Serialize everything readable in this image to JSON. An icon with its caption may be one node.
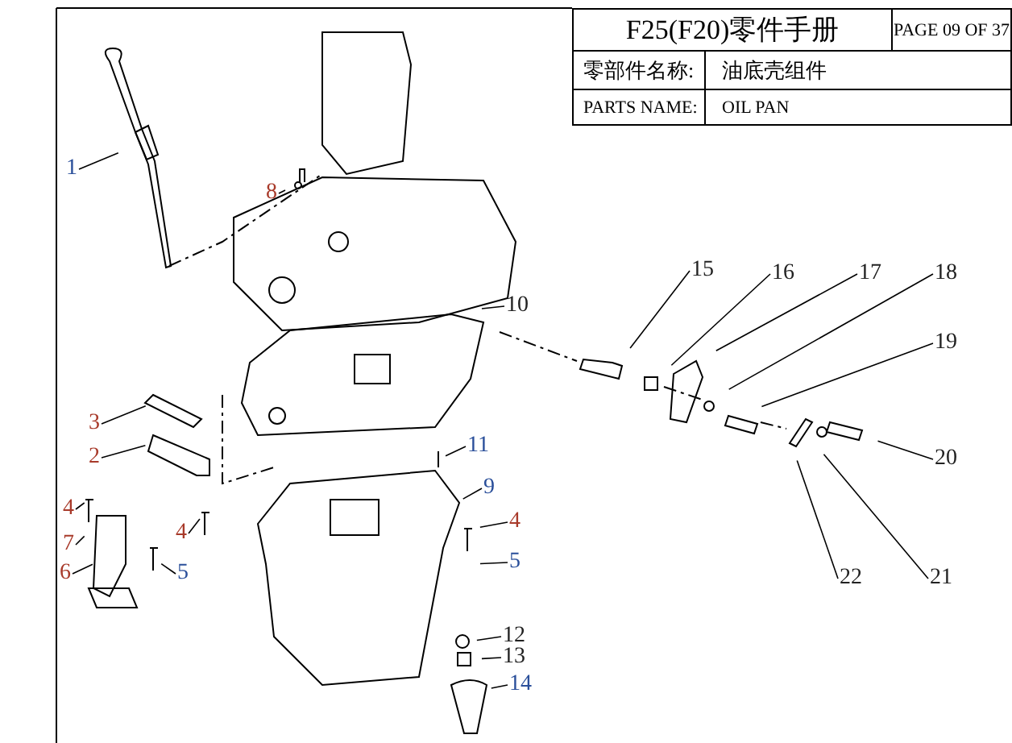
{
  "diagram": {
    "title": "F25(F20)零件手册",
    "nodes": [
      {
        "text": [
          "1"
        ]
      },
      {
        "text": [
          "8"
        ]
      },
      {
        "text": [
          "15"
        ]
      },
      {
        "text": [
          "16"
        ]
      },
      {
        "text": [
          "17"
        ]
      },
      {
        "text": [
          "18"
        ]
      },
      {
        "text": [
          "10"
        ]
      },
      {
        "text": [
          "19"
        ]
      },
      {
        "text": [
          "3"
        ]
      },
      {
        "text": [
          "11"
        ]
      },
      {
        "text": [
          "2"
        ]
      },
      {
        "text": [
          "20"
        ]
      },
      {
        "text": [
          "9"
        ]
      },
      {
        "text": [
          "4"
        ]
      },
      {
        "text": [
          "4"
        ]
      },
      {
        "text": [
          "4"
        ]
      },
      {
        "text": [
          "7"
        ]
      },
      {
        "text": [
          "5"
        ]
      },
      {
        "text": [
          "5"
        ]
      },
      {
        "text": [
          "6"
        ]
      },
      {
        "text": [
          "22"
        ]
      },
      {
        "text": [
          "21"
        ]
      },
      {
        "text": [
          "12"
        ]
      },
      {
        "text": [
          "13"
        ]
      },
      {
        "text": [
          "14"
        ]
      }
    ],
    "edges": [
      {
        "from": 0,
        "to": null,
        "arrow": "none"
      },
      {
        "from": 1,
        "to": null,
        "arrow": "none"
      },
      {
        "from": 2,
        "to": null,
        "arrow": "none"
      },
      {
        "from": 3,
        "to": null,
        "arrow": "none"
      },
      {
        "from": 4,
        "to": null,
        "arrow": "none"
      },
      {
        "from": 5,
        "to": null,
        "arrow": "none"
      },
      {
        "from": 6,
        "to": null,
        "arrow": "none"
      },
      {
        "from": 7,
        "to": null,
        "arrow": "none"
      },
      {
        "from": 8,
        "to": null,
        "arrow": "none"
      },
      {
        "from": 9,
        "to": null,
        "arrow": "none"
      },
      {
        "from": 10,
        "to": null,
        "arrow": "none"
      },
      {
        "from": 11,
        "to": null,
        "arrow": "none"
      },
      {
        "from": 12,
        "to": null,
        "arrow": "none"
      },
      {
        "from": 13,
        "to": null,
        "arrow": "none"
      },
      {
        "from": 14,
        "to": null,
        "arrow": "none"
      },
      {
        "from": 15,
        "to": null,
        "arrow": "none"
      },
      {
        "from": 16,
        "to": null,
        "arrow": "none"
      },
      {
        "from": 17,
        "to": null,
        "arrow": "none"
      },
      {
        "from": 18,
        "to": null,
        "arrow": "none"
      },
      {
        "from": 19,
        "to": null,
        "arrow": "none"
      },
      {
        "from": 20,
        "to": null,
        "arrow": "none"
      },
      {
        "from": 21,
        "to": null,
        "arrow": "none"
      },
      {
        "from": 22,
        "to": null,
        "arrow": "none"
      },
      {
        "from": 23,
        "to": null,
        "arrow": "none"
      },
      {
        "from": 24,
        "to": null,
        "arrow": "none"
      }
    ],
    "labels": [
      "PAGE 09 OF 37",
      "零部件名称:",
      "油底壳组件",
      "PARTS NAME:",
      "OIL PAN"
    ]
  }
}
